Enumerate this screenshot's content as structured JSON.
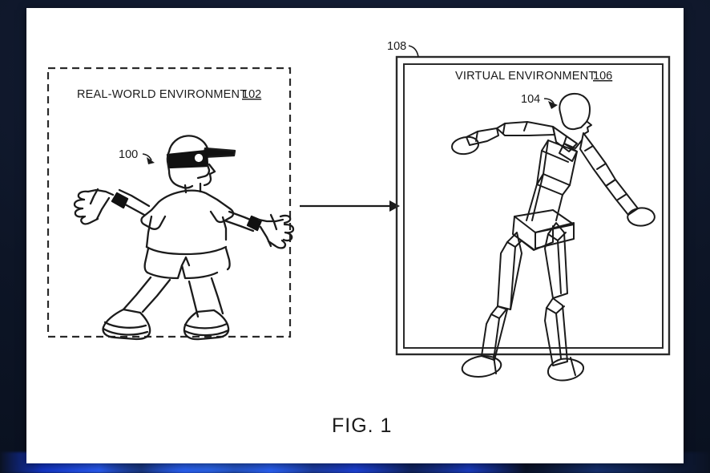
{
  "figure": {
    "caption": "FIG. 1",
    "left_panel": {
      "title": "REAL-WORLD ENVIRONMENT",
      "title_ref": "102",
      "subject_ref": "100",
      "subject_name": "person-wearing-ar-headset",
      "border_style": "dashed"
    },
    "right_panel": {
      "outer_ref": "108",
      "title": "VIRTUAL ENVIRONMENT",
      "title_ref": "106",
      "avatar_ref": "104",
      "avatar_name": "wireframe-avatar",
      "border_style": "solid-double"
    },
    "flow_arrow": {
      "name": "mapping-arrow",
      "direction": "left-to-right"
    }
  },
  "colors": {
    "ink": "#1b1b1b",
    "page": "#ffffff",
    "backdrop": "#111a2c",
    "accent_glow": "#2a5cf5"
  }
}
